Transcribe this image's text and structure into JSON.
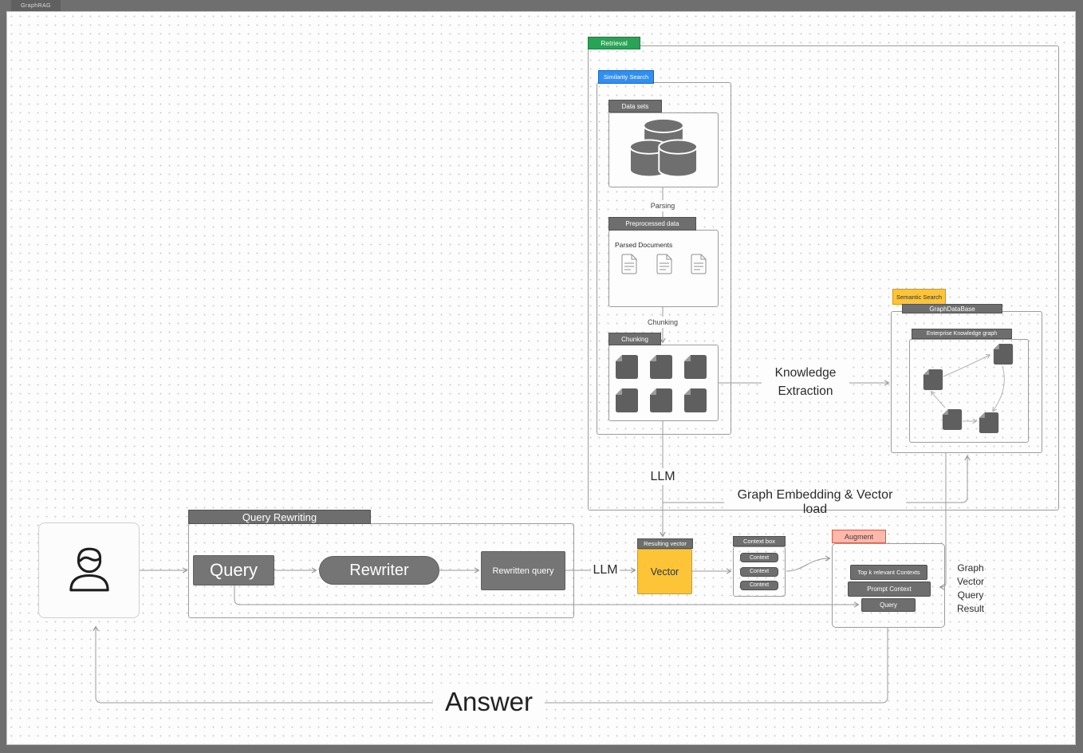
{
  "window": {
    "tab_title": "GraphRAG"
  },
  "colors": {
    "chrome": "#6f6f6f",
    "canvas": "#fdfdfd",
    "node_gray": "#757575",
    "green": "#29a356",
    "blue": "#2e90f2",
    "yellow": "#fcc436",
    "pink": "#ffb9ac",
    "wire": "#9a9a9a"
  },
  "nodes": {
    "retrieval_label": "Retrieval",
    "similarity_search_label": "Similarity Search",
    "datasets_label": "Data sets",
    "parsing_flow_label": "Parsing",
    "preprocessed_label": "Preprocessed data",
    "parsed_documents_title": "Parsed Documents",
    "chunking_flow_label": "Chunking",
    "chunking_label": "Chunking",
    "knowledge_extraction_line1": "Knowledge",
    "knowledge_extraction_line2": "Extraction",
    "semantic_search_label": "Semantic Search",
    "graphdatabase_label": "GraphDataBase",
    "enterprise_kg_label": "Enterprise Knowledge graph",
    "llm_embed_label": "LLM",
    "graph_embedding_label": "Graph Embedding & Vector load",
    "query_rewriting_label": "Query Rewriting",
    "query_label": "Query",
    "rewriter_label": "Rewriter",
    "rewritten_query_label": "Rewritten query",
    "llm_rewrite_label": "LLM",
    "resulting_vector_label": "Resulting vector",
    "vector_label": "Vector",
    "context_box_label": "Context box",
    "context_items": [
      "Context",
      "Context",
      "Context"
    ],
    "augment_label": "Augment",
    "topk_label": "Top k relevant Contexts",
    "prompt_context_label": "Prompt Context",
    "augment_query_label": "Query",
    "gvqr_lines": [
      "Graph",
      "Vector",
      "Query",
      "Result"
    ],
    "answer_label": "Answer"
  }
}
